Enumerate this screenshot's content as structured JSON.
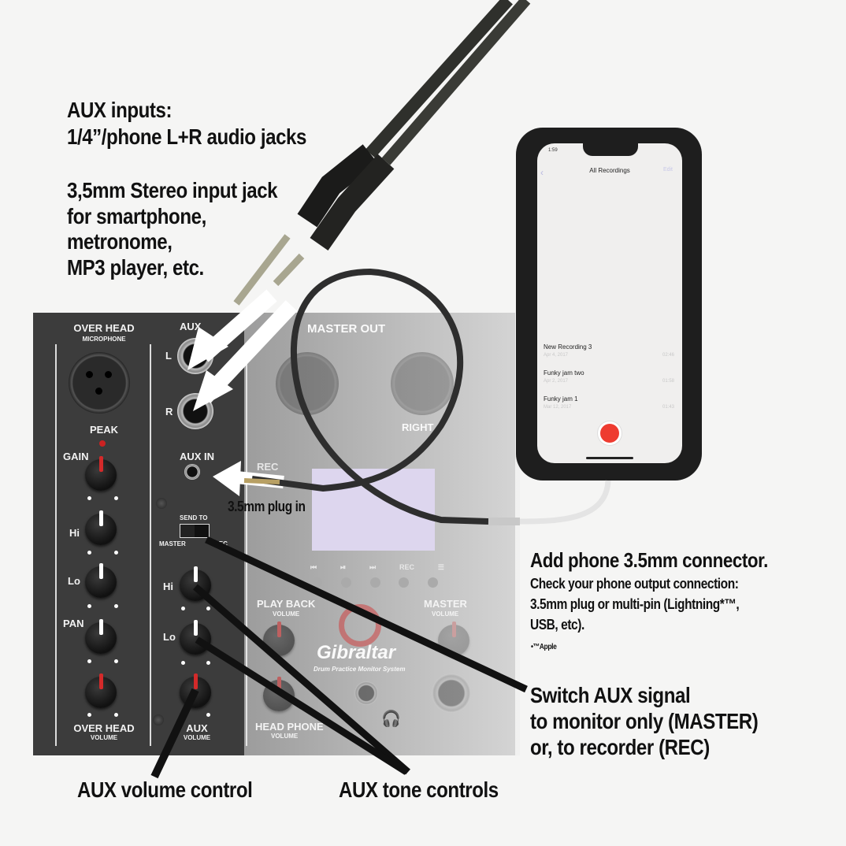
{
  "annotations": {
    "aux_inputs_title": "AUX inputs:",
    "aux_inputs_sub": "1/4”/phone L+R audio jacks",
    "stereo_line1": "3,5mm Stereo input jack",
    "stereo_line2": "for smartphone,",
    "stereo_line3": "metronome,",
    "stereo_line4": "MP3 player, etc.",
    "plug_in": "3.5mm plug in",
    "add_phone_title": "Add phone 3.5mm connector.",
    "add_phone_line1": "Check your phone output connection:",
    "add_phone_line2": "3.5mm plug or multi-pin (Lightning*™,",
    "add_phone_line3": "USB, etc).",
    "trademark": "•™Apple",
    "switch_line1": "Switch AUX signal",
    "switch_line2": "to monitor only (MASTER)",
    "switch_line3": "or, to recorder (REC)",
    "aux_volume": "AUX volume control",
    "aux_tone": "AUX tone controls"
  },
  "mixer": {
    "overhead_title": "OVER HEAD",
    "overhead_sub": "MICROPHONE",
    "peak": "PEAK",
    "gain": "GAIN",
    "hi": "Hi",
    "lo": "Lo",
    "pan": "PAN",
    "overhead_vol": "OVER HEAD",
    "volume": "VOLUME",
    "aux": "AUX",
    "aux_l": "L",
    "aux_r": "R",
    "aux_in": "AUX IN",
    "send_to": "SEND TO",
    "master_sw": "MASTER",
    "rec_sw": "REC",
    "aux_vol": "AUX",
    "master_out": "MASTER OUT",
    "right": "RIGHT",
    "rec": "REC",
    "playback": "PLAY BACK",
    "master": "MASTER",
    "headphone": "HEAD PHONE",
    "brand": "Gibraltar",
    "brand_sub": "Drum Practice Monitor System",
    "transport": [
      "⏮",
      "⏯",
      "⏭",
      "REC",
      "☰"
    ],
    "accent_color": "#d42a2a"
  },
  "phone": {
    "time": "1:59",
    "title": "All Recordings",
    "edit": "Edit",
    "recordings": [
      {
        "name": "New Recording 3",
        "date": "Apr 4, 2017",
        "duration": "02:46"
      },
      {
        "name": "Funky jam two",
        "date": "Apr 2, 2017",
        "duration": "01:58"
      },
      {
        "name": "Funky jam 1",
        "date": "Mar 12, 2017",
        "duration": "01:43"
      }
    ]
  }
}
